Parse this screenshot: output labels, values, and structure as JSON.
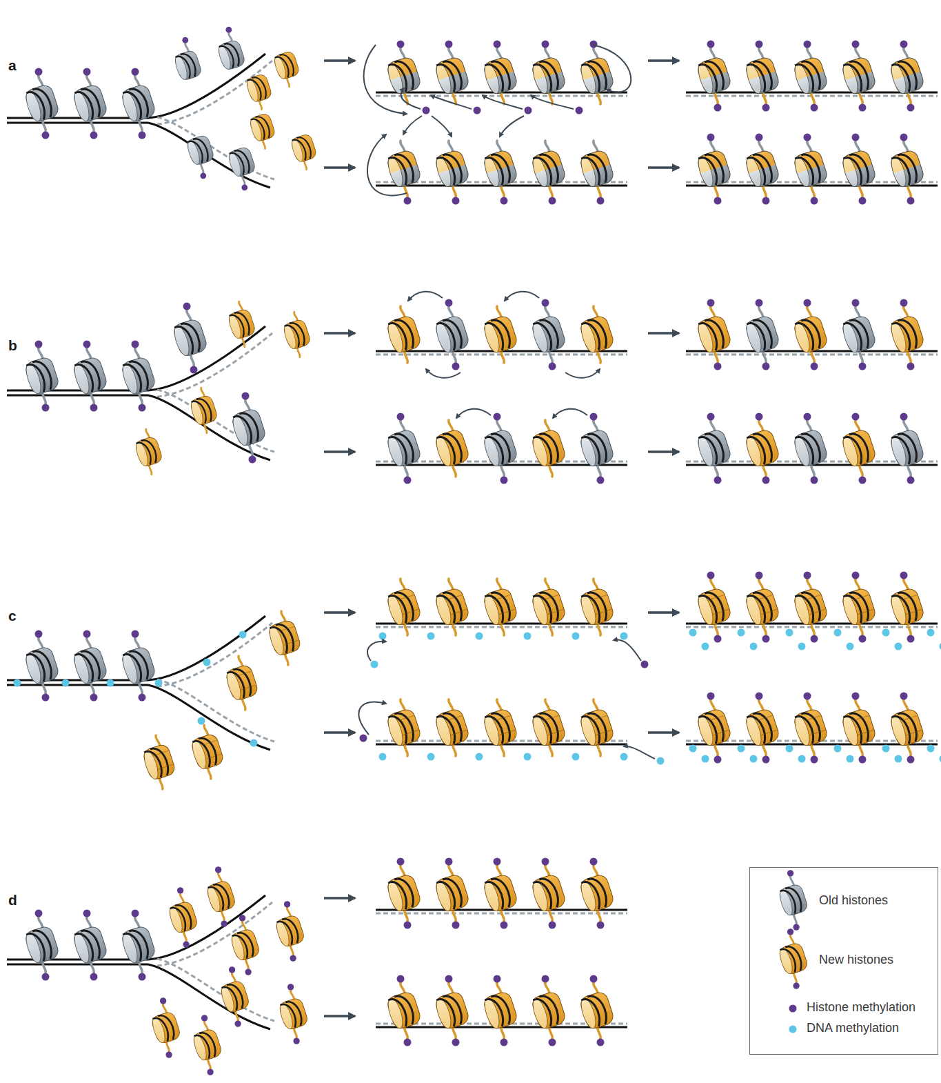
{
  "diagram": {
    "labels": [
      "a",
      "b",
      "c",
      "d"
    ],
    "legend": [
      {
        "text": "Old histones"
      },
      {
        "text": "New histones"
      },
      {
        "text": "Histone methylation",
        "color": "#5e3a8c"
      },
      {
        "text": "DNA methylation",
        "color": "#5cc6e6"
      }
    ]
  }
}
